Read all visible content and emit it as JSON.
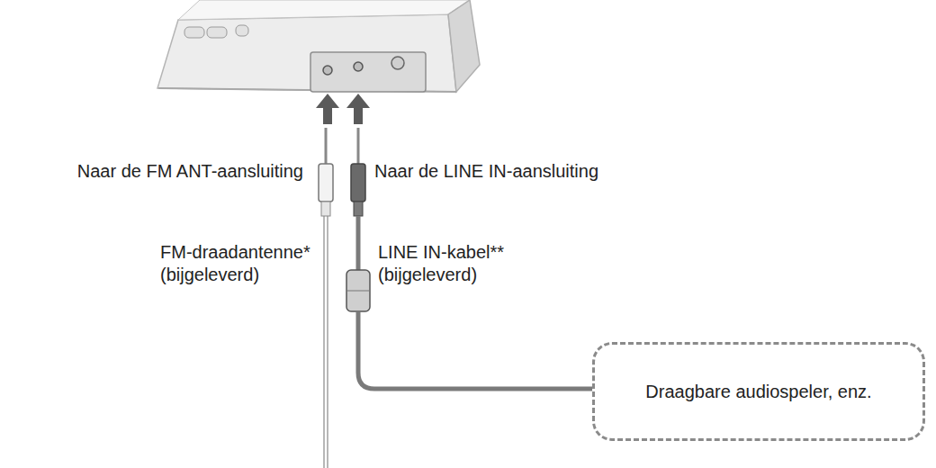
{
  "diagram": {
    "nodes": [
      {
        "text": [
          "Draagbare audiospeler, enz."
        ]
      }
    ],
    "labels": [
      "Naar de FM ANT-aansluiting",
      "Naar de LINE IN-aansluiting",
      "FM-draadantenne* (bijgeleverd)",
      "LINE IN-kabel** (bijgeleverd)"
    ]
  }
}
